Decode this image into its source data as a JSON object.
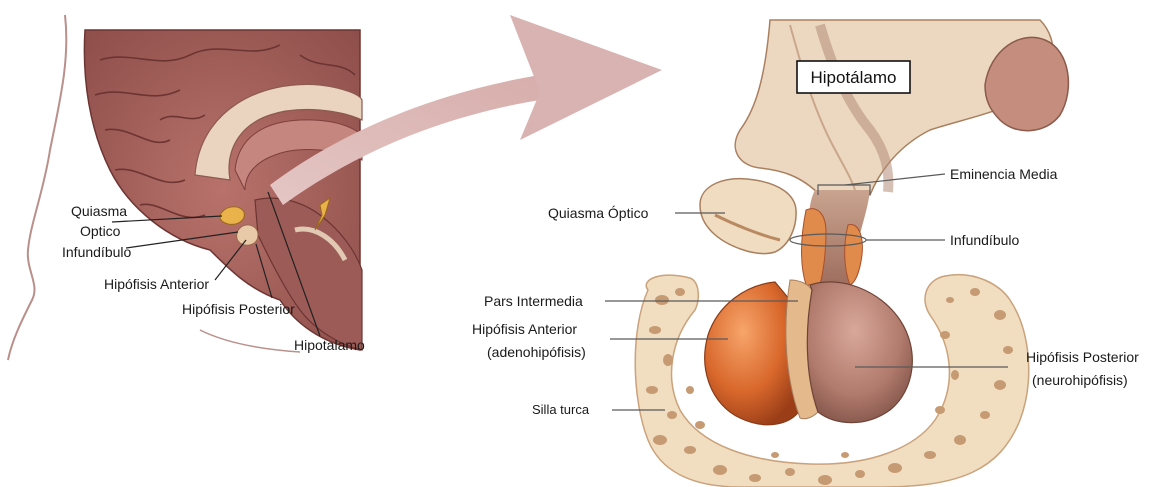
{
  "left_panel": {
    "labels": {
      "quiasma_line1": "Quiasma",
      "quiasma_line2": "Optico",
      "infundibulo": "Infundíbulo",
      "hipofisis_anterior": "Hipófisis Anterior",
      "hipofisis_posterior": "Hipófisis Posterior",
      "hipotalamo": "Hipotalamo"
    }
  },
  "right_panel": {
    "title": "Hipotálamo",
    "labels": {
      "eminencia_media": "Eminencia Media",
      "quiasma_optico": "Quiasma Óptico",
      "infundibulo": "Infundíbulo",
      "pars_intermedia": "Pars Intermedia",
      "hipofisis_anterior_line1": "Hipófisis Anterior",
      "hipofisis_anterior_line2": "(adenohipófisis)",
      "hipofisis_posterior_line1": "Hipófisis Posterior",
      "hipofisis_posterior_line2": "(neurohipófisis)",
      "silla_turca": "Silla turca"
    }
  },
  "colors": {
    "brain": "#a8635e",
    "brain_dark": "#7d3f3c",
    "white_matter": "#e6cbb3",
    "arrow": "#d9b7b5",
    "bone": "#f1ddc0",
    "bone_pore": "#caa27b",
    "gland_anterior": "#d9682c",
    "gland_posterior": "#b07a6c",
    "stalk": "#e08a4c"
  }
}
